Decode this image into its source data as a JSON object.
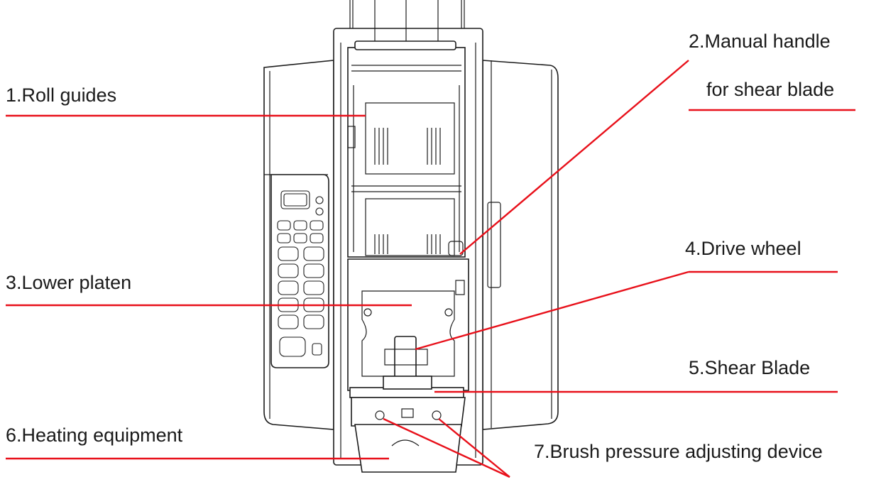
{
  "title": "",
  "labels": {
    "roll_guides": "1.Roll guides",
    "manual_handle_line1": "2.Manual handle",
    "manual_handle_line2": "for shear blade",
    "lower_platen": "3.Lower platen",
    "drive_wheel": "4.Drive wheel",
    "shear_blade": "5.Shear Blade",
    "heating_equipment": "6.Heating equipment",
    "brush_pressure": "7.Brush pressure adjusting device"
  },
  "colors": {
    "leader_line": "#e8101a",
    "drawing": "#1c1c1c",
    "text": "#1a1a1a",
    "background": "#ffffff"
  }
}
